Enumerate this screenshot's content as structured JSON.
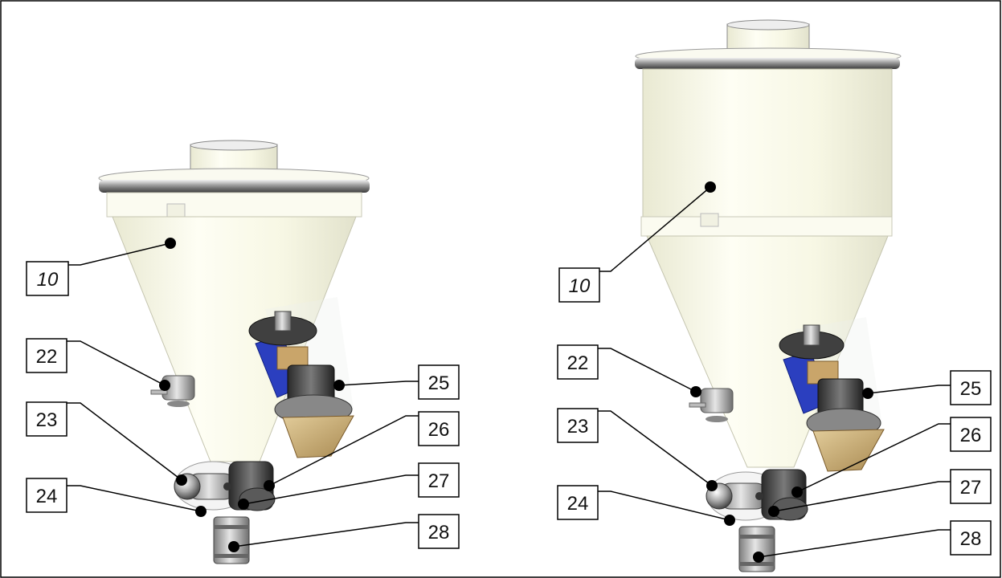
{
  "figure": {
    "left_hopper": {
      "callouts": [
        {
          "id": "10",
          "label": "10",
          "italic": true
        },
        {
          "id": "22",
          "label": "22"
        },
        {
          "id": "23",
          "label": "23"
        },
        {
          "id": "24",
          "label": "24"
        },
        {
          "id": "25",
          "label": "25"
        },
        {
          "id": "26",
          "label": "26"
        },
        {
          "id": "27",
          "label": "27"
        },
        {
          "id": "28",
          "label": "28"
        }
      ]
    },
    "right_hopper": {
      "callouts": [
        {
          "id": "10",
          "label": "10",
          "italic": true
        },
        {
          "id": "22",
          "label": "22"
        },
        {
          "id": "23",
          "label": "23"
        },
        {
          "id": "24",
          "label": "24"
        },
        {
          "id": "25",
          "label": "25"
        },
        {
          "id": "26",
          "label": "26"
        },
        {
          "id": "27",
          "label": "27"
        },
        {
          "id": "28",
          "label": "28"
        }
      ]
    }
  },
  "colors": {
    "body": "#fbfbea",
    "lid": "#9a9a9a",
    "motor_housing": "#2b3fbf",
    "coupling_brown": "#c8a870",
    "metal": "#aaaaaa",
    "dark_metal": "#4a4a4a"
  }
}
